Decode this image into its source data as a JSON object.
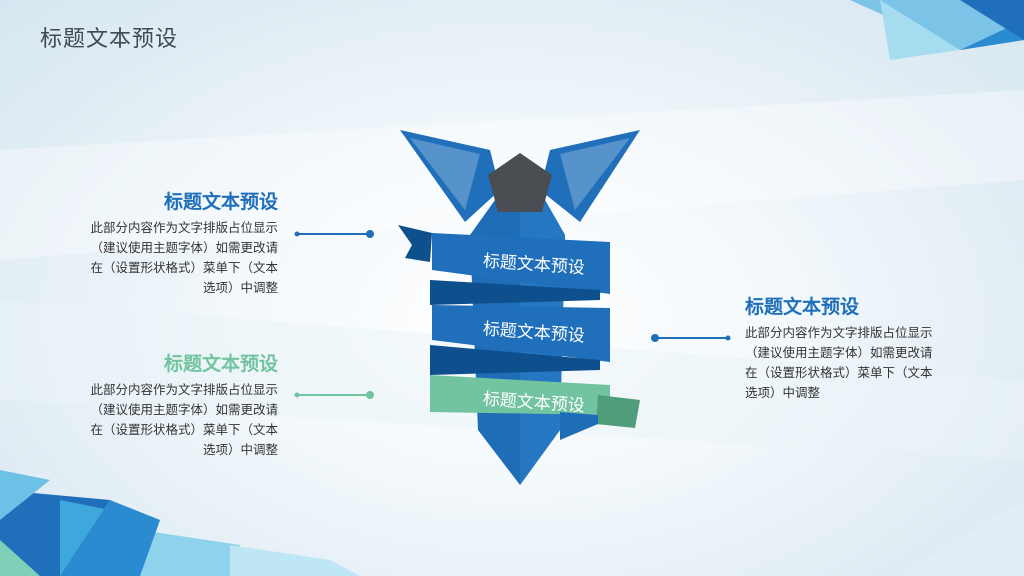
{
  "page": {
    "title": "标题文本预设"
  },
  "colors": {
    "blue": "#1f6fba",
    "dark_blue": "#0e4f8e",
    "green": "#72c4a0",
    "collar_gray": "#4a4e52"
  },
  "left_blocks": [
    {
      "heading": "标题文本预设",
      "lines": [
        "此部分内容作为文字排版占位显示",
        "（建议使用主题字体）如需更改请",
        "在（设置形状格式）菜单下（文本",
        "选项）中调整"
      ],
      "accent": "#1f6fba"
    },
    {
      "heading": "标题文本预设",
      "lines": [
        "此部分内容作为文字排版占位显示",
        "（建议使用主题字体）如需更改请",
        "在（设置形状格式）菜单下（文本",
        "选项）中调整"
      ],
      "accent": "#72c4a0"
    }
  ],
  "right_block": {
    "heading": "标题文本预设",
    "lines": [
      "此部分内容作为文字排版占位显示",
      "（建议使用主题字体）如需更改请",
      "在（设置形状格式）菜单下（文本",
      "选项）中调整"
    ],
    "accent": "#1f6fba"
  },
  "ribbons": [
    "标题文本预设",
    "标题文本预设",
    "标题文本预设"
  ]
}
